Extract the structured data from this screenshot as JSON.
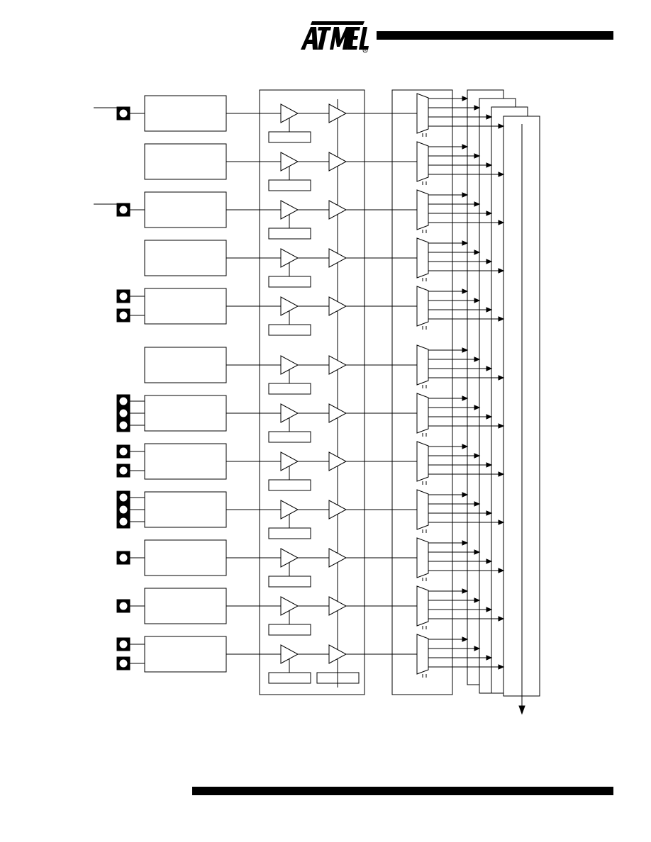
{
  "header": {
    "brand": "ATMEL",
    "registered_mark": "®"
  },
  "colors": {
    "ink": "#000000",
    "paper": "#ffffff"
  },
  "diagram": {
    "description_free": true,
    "stages": {
      "module_count": 12,
      "output_block_count": 4
    },
    "channels": [
      {
        "pins": 1,
        "external_line": true,
        "buffer2_label": false
      },
      {
        "pins": 0,
        "external_line": false,
        "buffer2_label": false
      },
      {
        "pins": 1,
        "external_line": true,
        "buffer2_label": false
      },
      {
        "pins": 0,
        "external_line": false,
        "buffer2_label": false
      },
      {
        "pins": 2,
        "external_line": false,
        "buffer2_label": false
      },
      {
        "pins": 0,
        "external_line": false,
        "buffer2_label": false
      },
      {
        "pins": 3,
        "external_line": false,
        "buffer2_label": false
      },
      {
        "pins": 2,
        "external_line": false,
        "buffer2_label": false
      },
      {
        "pins": 3,
        "external_line": false,
        "buffer2_label": false
      },
      {
        "pins": 1,
        "external_line": false,
        "buffer2_label": false
      },
      {
        "pins": 1,
        "external_line": false,
        "buffer2_label": false
      },
      {
        "pins": 2,
        "external_line": false,
        "buffer2_label": true
      }
    ]
  }
}
